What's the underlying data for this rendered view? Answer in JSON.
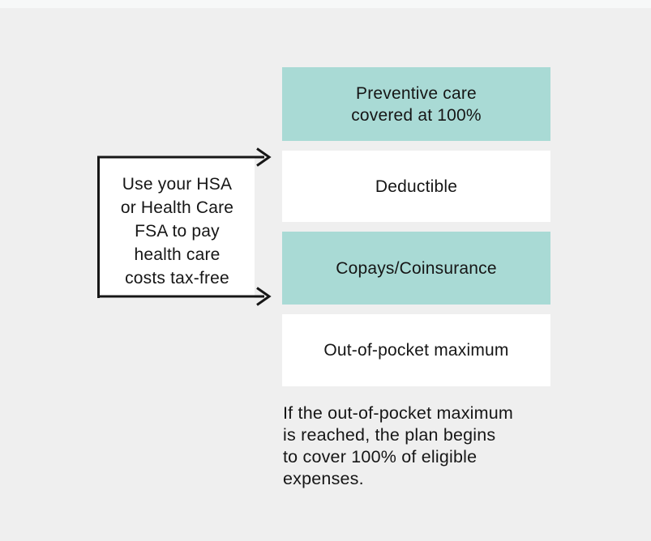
{
  "colors": {
    "bg": "#efefef",
    "bg-top": "#f7f8f8",
    "panel": "#ffffff",
    "teal": "#a9dad5",
    "ink": "#161616"
  },
  "callout": {
    "text": "Use your HSA\nor Health Care\nFSA to pay\nhealth care\ncosts tax-free"
  },
  "stages": [
    {
      "label": "Preventive care\ncovered at 100%",
      "variant": "teal"
    },
    {
      "label": "Deductible",
      "variant": "white"
    },
    {
      "label": "Copays/Coinsurance",
      "variant": "teal"
    },
    {
      "label": "Out-of-pocket maximum",
      "variant": "white"
    }
  ],
  "footnote": {
    "text": "If the out-of-pocket maximum\nis reached, the plan begins\nto cover 100% of eligible\nexpenses."
  }
}
